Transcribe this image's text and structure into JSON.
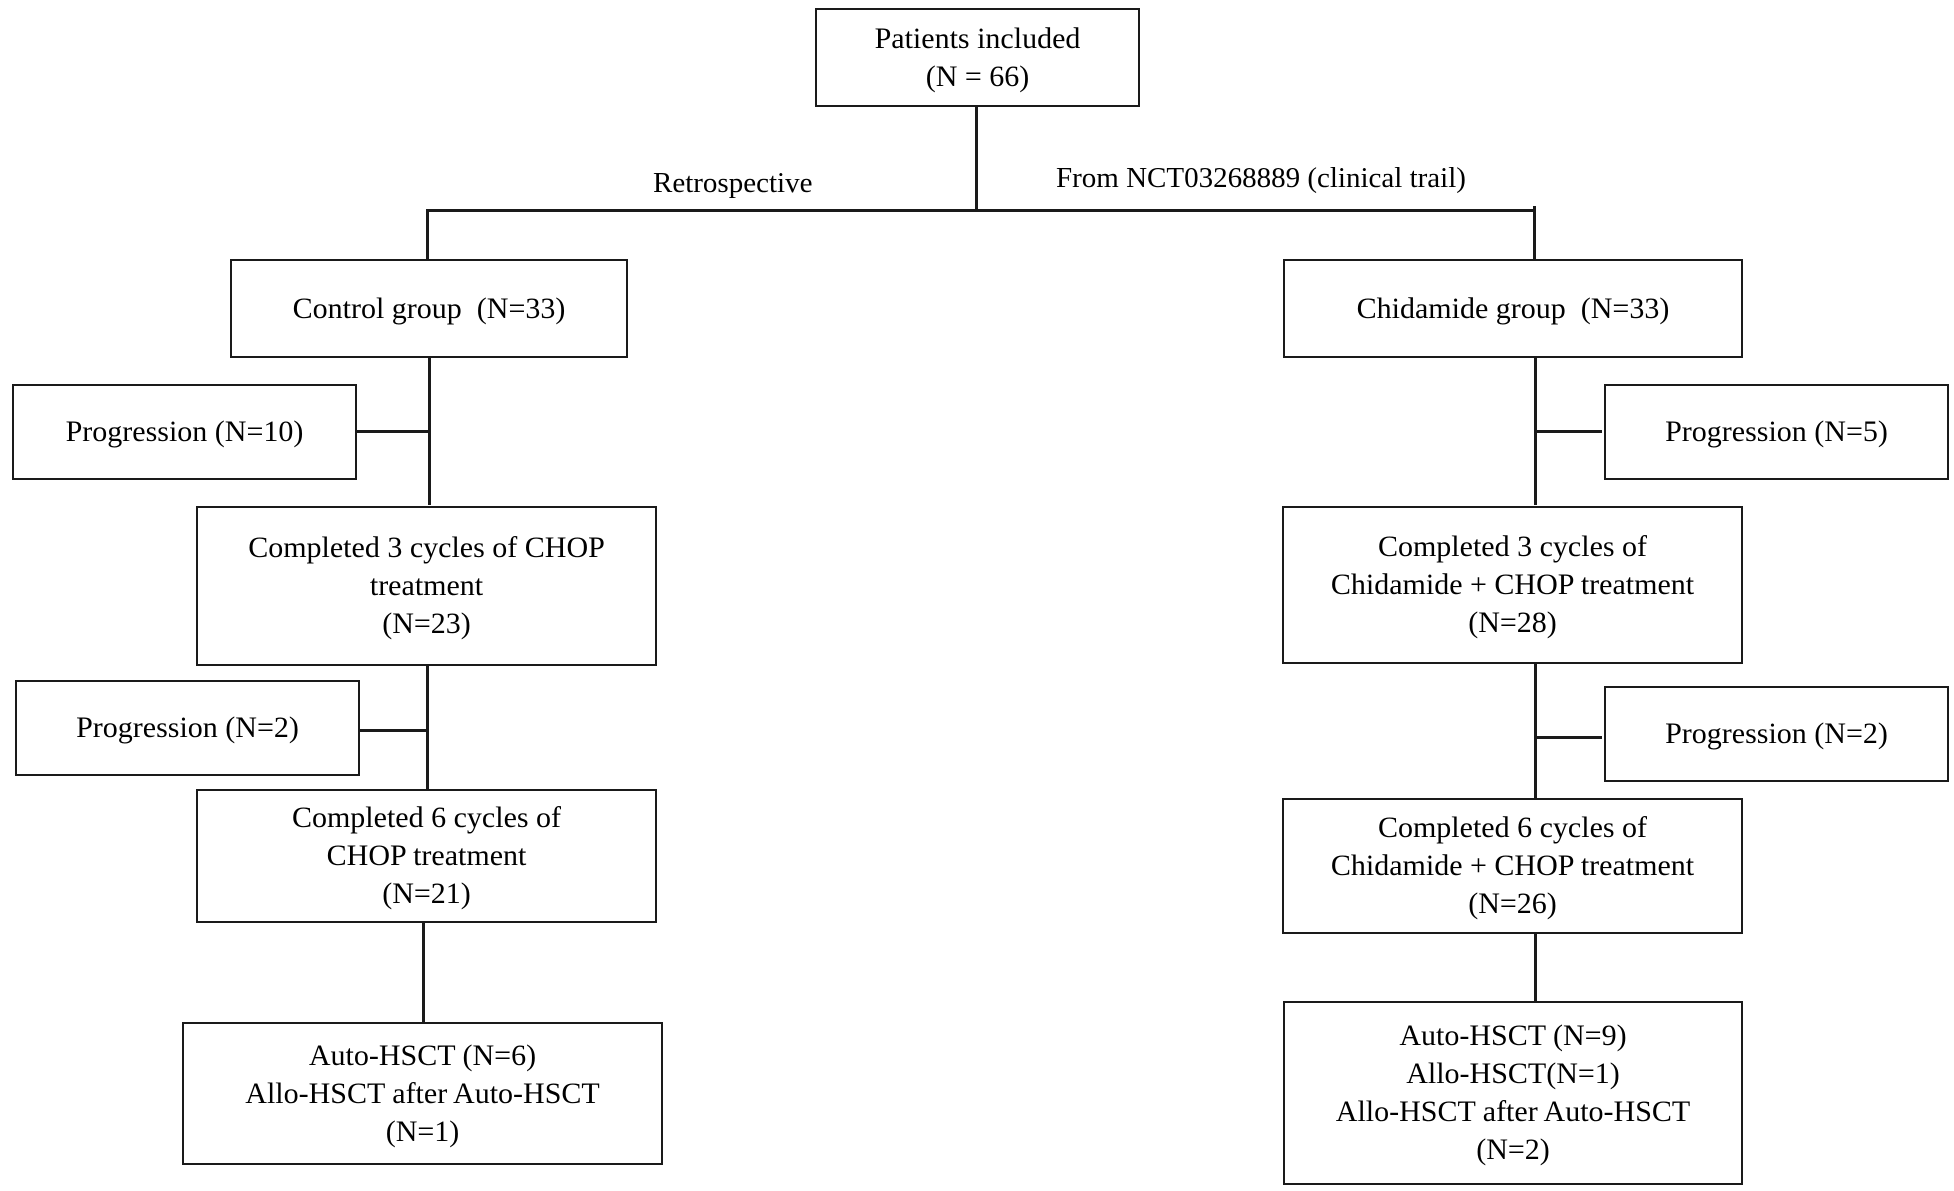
{
  "root": {
    "lines": [
      "Patients included",
      "(N = 66)"
    ]
  },
  "branches": {
    "left_label": "Retrospective",
    "right_label": "From NCT03268889 (clinical trail)"
  },
  "control": {
    "group": [
      "Control  group  (N=33)"
    ],
    "progression_1": [
      "Progression (N=10)"
    ],
    "completed_3": [
      "Completed 3 cycles of CHOP",
      "treatment",
      "(N=23)"
    ],
    "progression_2": [
      "Progression (N=2)"
    ],
    "completed_6": [
      "Completed 6 cycles of",
      "CHOP treatment",
      "(N=21)"
    ],
    "transplant": [
      "Auto-HSCT (N=6)",
      "Allo-HSCT after Auto-HSCT",
      "(N=1)"
    ]
  },
  "chidamide": {
    "group": [
      "Chidamide group  (N=33)"
    ],
    "progression_1": [
      "Progression (N=5)"
    ],
    "completed_3": [
      "Completed 3 cycles of",
      "Chidamide + CHOP treatment",
      "(N=28)"
    ],
    "progression_2": [
      "Progression (N=2)"
    ],
    "completed_6": [
      "Completed 6 cycles of",
      "Chidamide + CHOP treatment",
      "(N=26)"
    ],
    "transplant": [
      "Auto-HSCT (N=9)",
      "Allo-HSCT(N=1)",
      "Allo-HSCT after Auto-HSCT",
      "(N=2)"
    ]
  },
  "colors": {
    "line": "#1a1a1a",
    "background": "#ffffff"
  }
}
